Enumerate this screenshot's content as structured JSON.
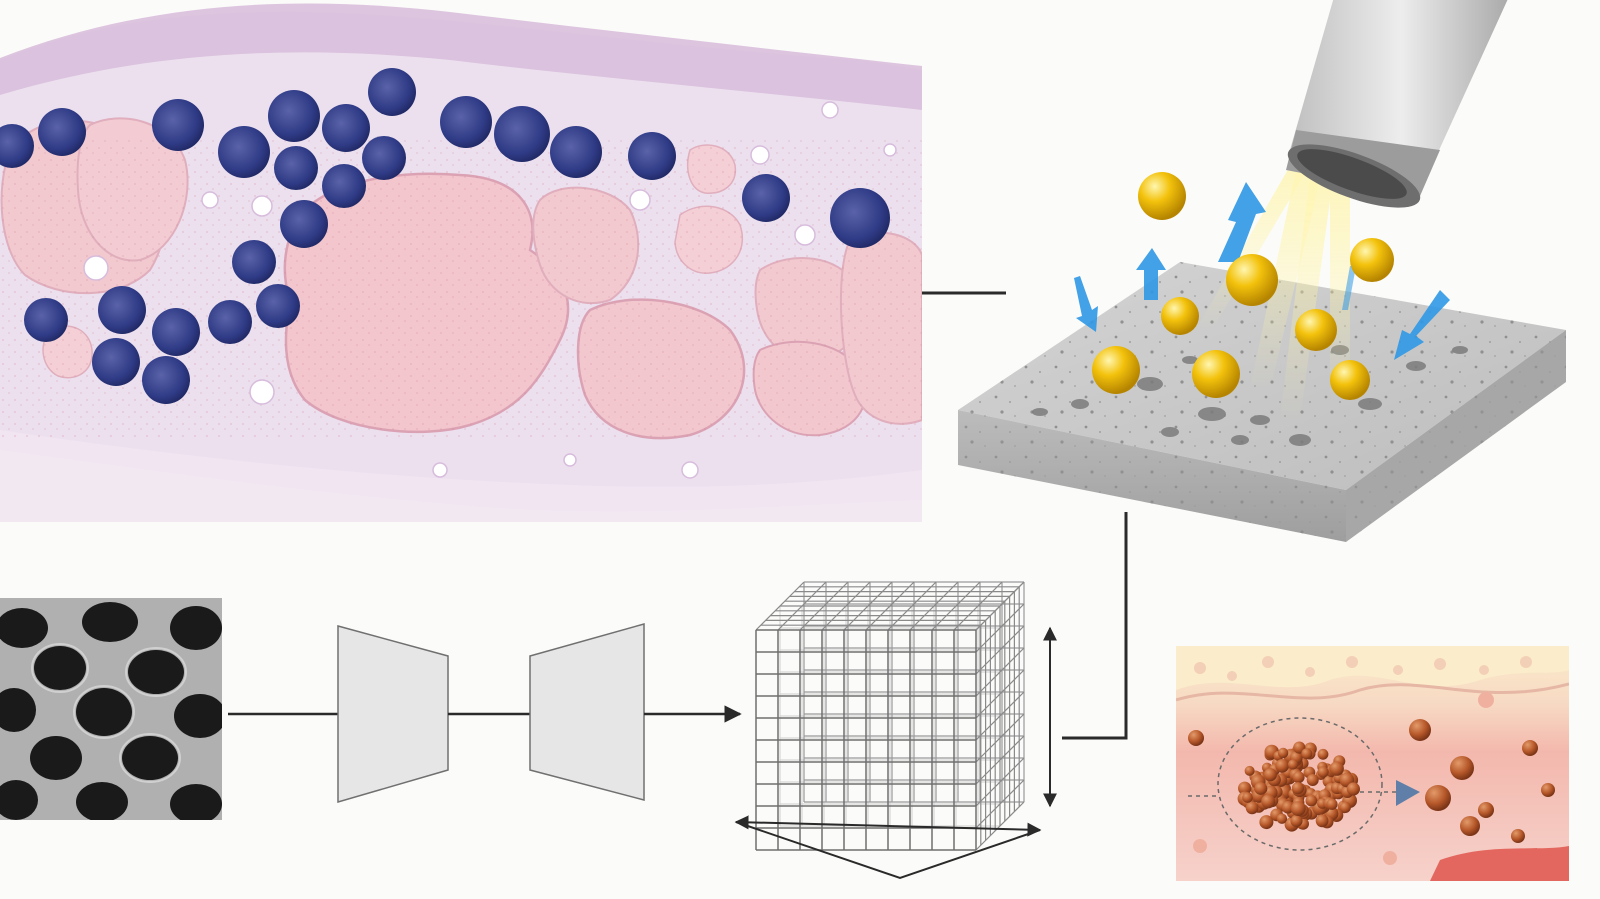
{
  "figure": {
    "panels": [
      {
        "id": "histology-section",
        "kind": "stained tissue micrograph (H&E-like)"
      },
      {
        "id": "porous-substrate-irradiation",
        "kind": "porous slab irradiated by a light source releasing particles"
      },
      {
        "id": "sem-pore-image",
        "kind": "grayscale micrograph of pores"
      },
      {
        "id": "encoder-block",
        "kind": "trapezoid"
      },
      {
        "id": "decoder-block",
        "kind": "trapezoid"
      },
      {
        "id": "voxel-lattice",
        "kind": "3D grid cube"
      },
      {
        "id": "tissue-particle-delivery",
        "kind": "skin/tissue layers with particle cluster"
      }
    ],
    "colors": {
      "background": "#fbfbf9",
      "nucleus": "#2f3b86",
      "tissue_pink": "#f2c9cf",
      "stroma": "#e6d6ea",
      "particle_gold": "#f3c20c",
      "arrow_blue": "#2f98e6",
      "slab_gray": "#b9b9b9",
      "connector": "#2a2a2a",
      "delivered_particle": "#b6582a"
    },
    "icons": [
      "light-source-icon",
      "arrow-up-icon",
      "arrow-down-icon",
      "arrow-right-icon"
    ]
  }
}
